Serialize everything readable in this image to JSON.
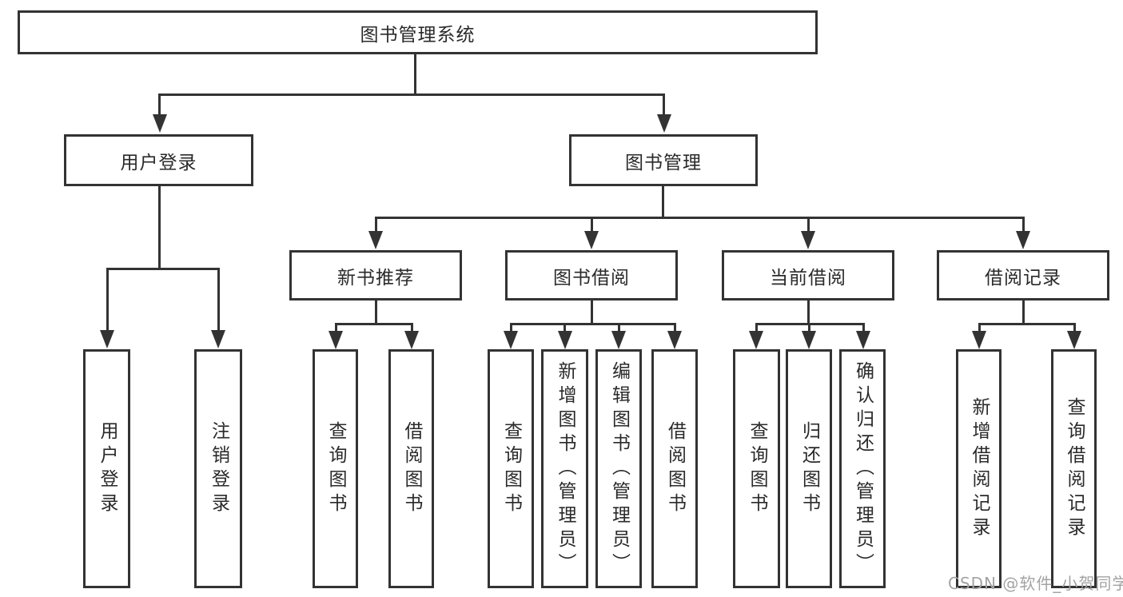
{
  "tree": {
    "label": "图书管理系统",
    "children": [
      {
        "label": "用户登录",
        "children": [
          {
            "label": "用户登录"
          },
          {
            "label": "注销登录"
          }
        ]
      },
      {
        "label": "图书管理",
        "children": [
          {
            "label": "新书推荐",
            "children": [
              {
                "label": "查询图书"
              },
              {
                "label": "借阅图书"
              }
            ]
          },
          {
            "label": "图书借阅",
            "children": [
              {
                "label": "查询图书"
              },
              {
                "label": "新增图书（管理员）"
              },
              {
                "label": "编辑图书（管理员）"
              },
              {
                "label": "借阅图书"
              }
            ]
          },
          {
            "label": "当前借阅",
            "children": [
              {
                "label": "查询图书"
              },
              {
                "label": "归还图书"
              },
              {
                "label": "确认归还（管理员）"
              }
            ]
          },
          {
            "label": "借阅记录",
            "children": [
              {
                "label": "新增借阅记录"
              },
              {
                "label": "查询借阅记录"
              }
            ]
          }
        ]
      }
    ]
  },
  "watermark": {
    "text": "CSDN @软件_小贺同学"
  },
  "colors": {
    "line": "#333333",
    "text": "#2a2a2a",
    "watermark": "#a3a3a3"
  }
}
